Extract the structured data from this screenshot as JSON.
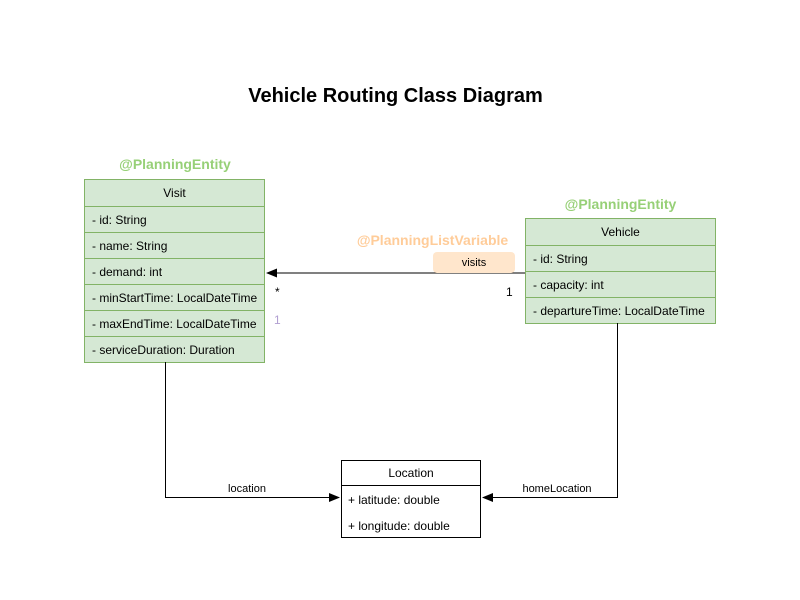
{
  "title": "Vehicle Routing Class Diagram",
  "classes": {
    "visit": {
      "annotation": "@PlanningEntity",
      "name": "Visit",
      "attributes": [
        "- id: String",
        "- name: String",
        "- demand: int",
        "- minStartTime: LocalDateTime",
        "- maxEndTime: LocalDateTime",
        "- serviceDuration: Duration"
      ]
    },
    "vehicle": {
      "annotation": "@PlanningEntity",
      "name": "Vehicle",
      "attributes": [
        "- id: String",
        "- capacity: int",
        "- departureTime: LocalDateTime"
      ]
    },
    "location": {
      "name": "Location",
      "attributes": [
        "+ latitude: double",
        "+ longitude: double"
      ]
    }
  },
  "edges": {
    "visits": {
      "annotation": "@PlanningListVariable",
      "label": "visits",
      "target_multiplicity": "*",
      "source_multiplicity": "1",
      "badge": "1"
    },
    "location": {
      "label": "location"
    },
    "home_location": {
      "label": "homeLocation"
    }
  },
  "colors": {
    "class_fill": "#d5e8d4",
    "class_border": "#82b366",
    "planning_entity_text": "#97d077",
    "planning_list_variable_text": "#ffcc99",
    "visits_label_bg": "#ffe6cc",
    "badge_text": "#b19fd1",
    "location_fill": "#ffffff",
    "edge_color": "#000000"
  }
}
